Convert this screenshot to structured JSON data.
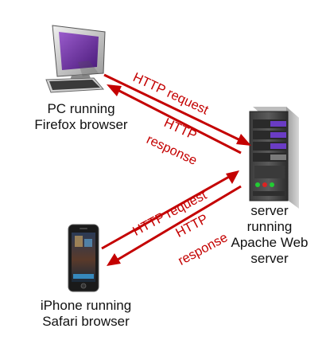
{
  "nodes": {
    "pc": {
      "line1": "PC running",
      "line2": "Firefox browser"
    },
    "iphone": {
      "line1": "iPhone running",
      "line2": "Safari browser"
    },
    "server": {
      "line1": "server",
      "line2": "running",
      "line3": "Apache Web",
      "line4": "server"
    }
  },
  "arrows": {
    "pc_request": "HTTP request",
    "pc_response_1": "HTTP",
    "pc_response_2": "response",
    "phone_request": "HTTP request",
    "phone_response_1": "HTTP",
    "phone_response_2": "response"
  },
  "colors": {
    "arrow": "#c40000",
    "monitor_screen": "#7b33a8",
    "server_light_green": "#22cc33",
    "server_light_red": "#dd2222",
    "server_drive_purple": "#6a3cc4"
  },
  "icons": [
    "desktop-pc-icon",
    "server-tower-icon",
    "smartphone-icon"
  ]
}
